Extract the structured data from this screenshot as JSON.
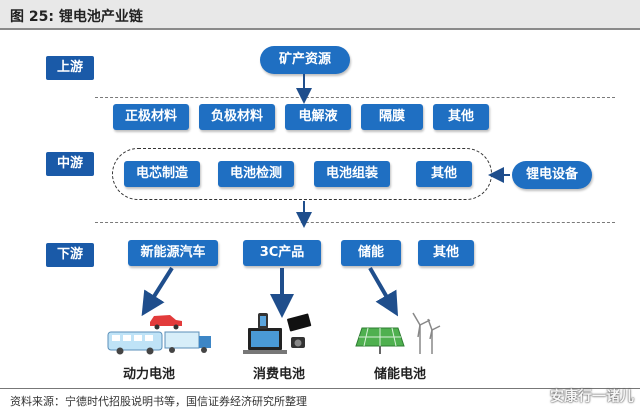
{
  "title": "图 25:  锂电池产业链",
  "source": "资料来源：宁德时代招股说明书等，国信证券经济研究所整理",
  "watermark": "安康行一诸儿",
  "stages": {
    "upstream": "上游",
    "midstream": "中游",
    "downstream": "下游"
  },
  "resources": "矿产资源",
  "materials": [
    "正极材料",
    "负极材料",
    "电解液",
    "隔膜",
    "其他"
  ],
  "manufacturing": [
    "电芯制造",
    "电池检测",
    "电池组装",
    "其他"
  ],
  "equipment": "锂电设备",
  "applications": [
    "新能源汽车",
    "3C产品",
    "储能",
    "其他"
  ],
  "batteries": [
    "动力电池",
    "消费电池",
    "储能电池"
  ],
  "colors": {
    "box": "#1f6fc2",
    "stage": "#1a5aa8",
    "arrow": "#1f4e8c",
    "solar": "#3fae3f"
  }
}
